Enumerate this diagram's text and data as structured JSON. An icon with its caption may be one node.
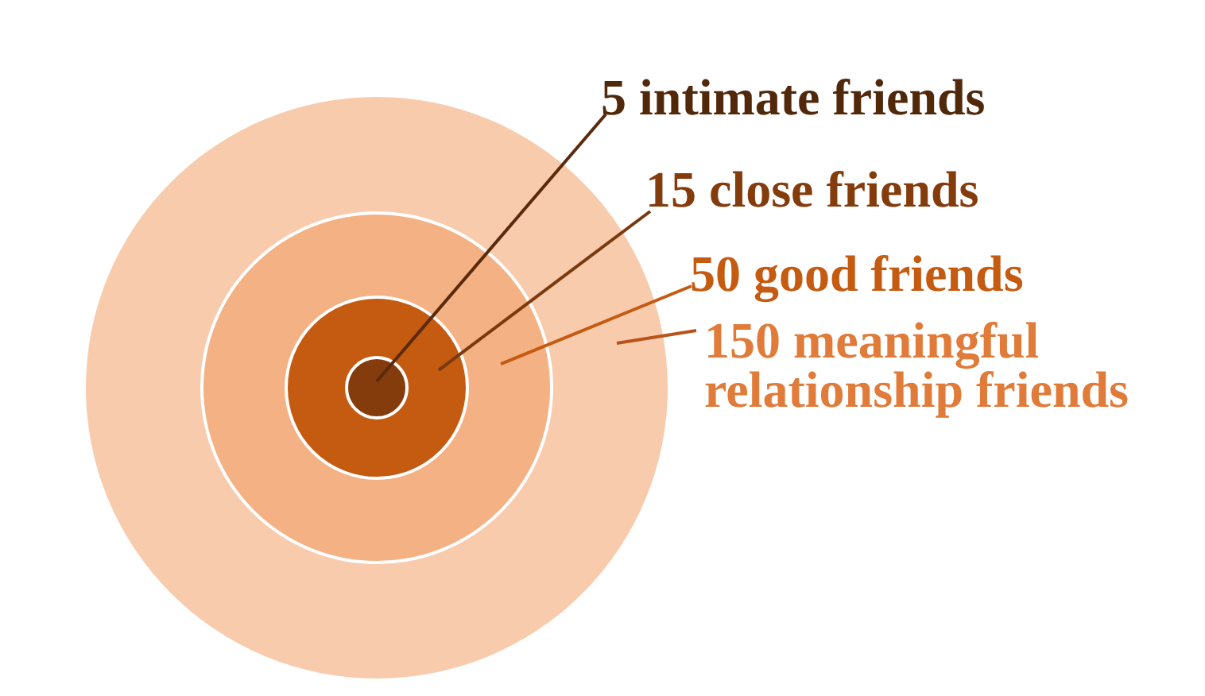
{
  "diagram": {
    "nodes": [
      {
        "text": [
          "5 intimate friends"
        ]
      },
      {
        "text": [
          "15 close friends"
        ]
      },
      {
        "text": [
          "50 good friends"
        ]
      },
      {
        "text": [
          "150 meaningful relationship friends"
        ]
      },
      {
        "text": [],
        "shape": "circle"
      },
      {
        "text": [],
        "shape": "circle",
        "in": 4
      },
      {
        "text": [],
        "shape": "circle",
        "in": 5
      },
      {
        "text": [],
        "shape": "circle",
        "in": 6
      }
    ],
    "edges": [
      {
        "from": 0,
        "to": 7,
        "arrow": "none",
        "color": "#5a2a0a"
      },
      {
        "from": 1,
        "to": 6,
        "arrow": "none",
        "color": "#7a3a10"
      },
      {
        "from": 2,
        "to": 5,
        "arrow": "none",
        "color": "#c55a11"
      },
      {
        "from": 3,
        "to": 4,
        "arrow": "none",
        "color": "#b8541a"
      }
    ]
  }
}
